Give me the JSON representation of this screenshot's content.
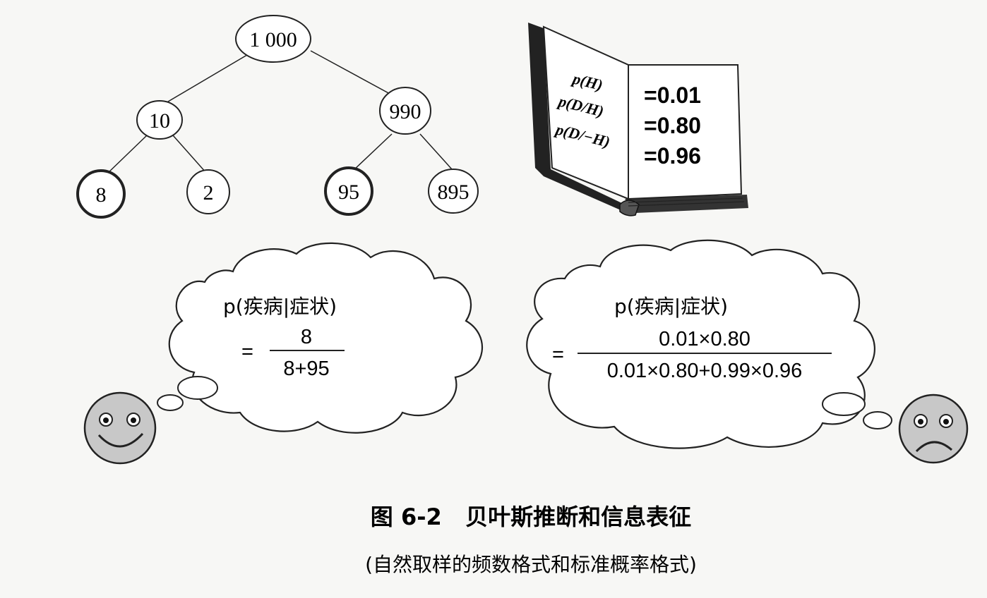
{
  "tree": {
    "root": "1 000",
    "left": "10",
    "right": "990",
    "leaves": [
      "8",
      "2",
      "95",
      "895"
    ]
  },
  "book": {
    "labels": [
      "p(H)",
      "p(D/H)",
      "p(D/−H)"
    ],
    "values": [
      "=0.01",
      "=0.80",
      "=0.96"
    ]
  },
  "cloud_left": {
    "label": "p(疾病|症状)",
    "eq": "=",
    "numerator": "8",
    "denominator": "8+95"
  },
  "cloud_right": {
    "label": "p(疾病|症状)",
    "eq": "=",
    "numerator": "0.01×0.80",
    "denominator": "0.01×0.80+0.99×0.96"
  },
  "caption": {
    "title": "图 6-2   贝叶斯推断和信息表征",
    "subtitle": "(自然取样的频数格式和标准概率格式)"
  }
}
